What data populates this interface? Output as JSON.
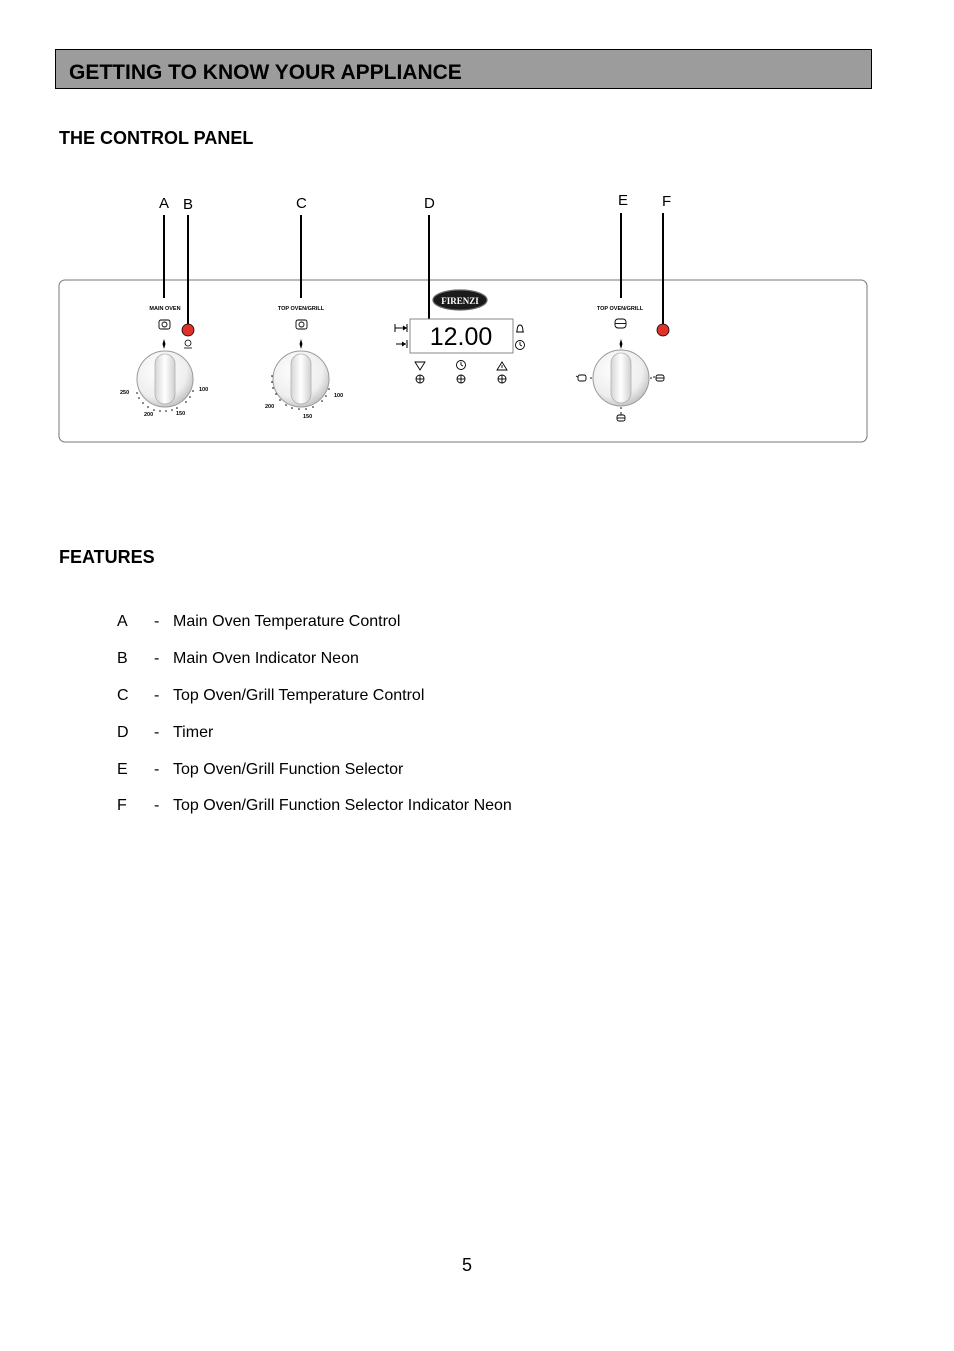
{
  "header": {
    "title": "GETTING TO KNOW YOUR APPLIANCE"
  },
  "control_panel": {
    "heading": "THE CONTROL PANEL",
    "callouts": [
      "A",
      "B",
      "C",
      "D",
      "E",
      "F"
    ],
    "labels": {
      "main_oven": "MAIN OVEN",
      "top_oven_grill_1": "TOP OVEN/GRILL",
      "top_oven_grill_2": "TOP OVEN/GRILL"
    },
    "brand": "FIRENZI",
    "timer_display": "12.00",
    "main_oven_scale": [
      "250",
      "100",
      "200",
      "150"
    ],
    "top_oven_scale": [
      "200",
      "100",
      "150"
    ],
    "neon_color": "#e0322b"
  },
  "features": {
    "heading": "FEATURES",
    "items": [
      {
        "letter": "A",
        "dash": "-",
        "description": "Main Oven Temperature Control"
      },
      {
        "letter": "B",
        "dash": "-",
        "description": "Main Oven Indicator Neon"
      },
      {
        "letter": "C",
        "dash": "-",
        "description": "Top Oven/Grill Temperature Control"
      },
      {
        "letter": "D",
        "dash": "-",
        "description": "Timer"
      },
      {
        "letter": "E",
        "dash": "-",
        "description": "Top Oven/Grill Function Selector"
      },
      {
        "letter": "F",
        "dash": "-",
        "description": "Top Oven/Grill Function Selector Indicator Neon"
      }
    ]
  },
  "page_number": "5"
}
